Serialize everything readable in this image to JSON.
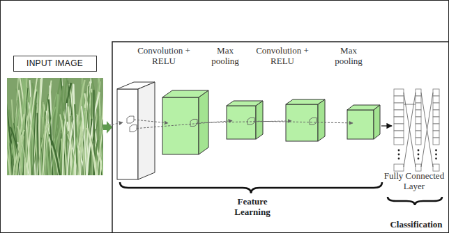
{
  "diagram": {
    "nodes": [
      {
        "text": [
          "INPUT IMAGE"
        ]
      }
    ],
    "labels": [
      "Convolution + RELU",
      "Max pooling",
      "Convolution + RELU",
      "Max pooling",
      "Feature Learning",
      "Fully Connected Layer",
      "Classification"
    ]
  }
}
